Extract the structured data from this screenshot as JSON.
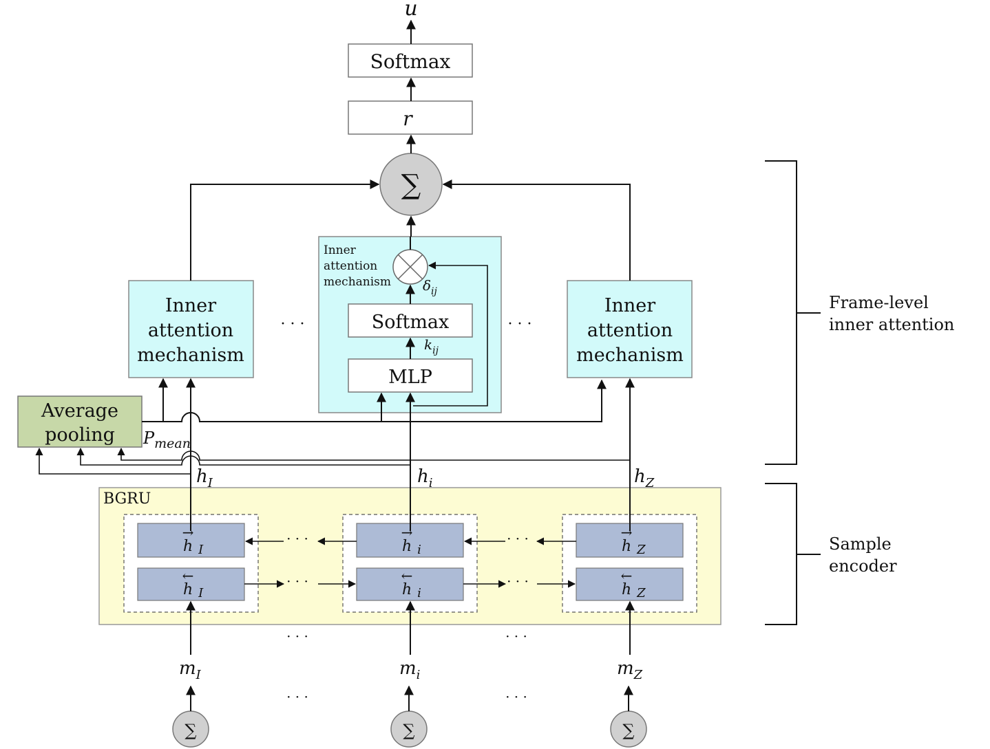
{
  "output_label": "u",
  "top_softmax": "Softmax",
  "r_label": "r",
  "sum_symbol": "∑",
  "inner_attention": {
    "title_line1": "Inner",
    "title_line2": "attention",
    "title_line3": "mechanism",
    "detail_line1": "Inner",
    "detail_line2": "attention",
    "detail_line3": "mechanism",
    "softmax": "Softmax",
    "mlp": "MLP",
    "delta": "δ",
    "delta_sub": "ij",
    "k": "k",
    "k_sub": "ij"
  },
  "pooling": {
    "line1": "Average",
    "line2": "pooling",
    "p": "P",
    "p_sub": "mean"
  },
  "bgru": {
    "label": "BGRU",
    "fwd_arrow": "→",
    "bwd_arrow": "←",
    "h": "h",
    "sub_I": "I",
    "sub_i": "i",
    "sub_Z": "Z"
  },
  "hidden": {
    "h": "h",
    "sub_I": "I",
    "sub_i": "i",
    "sub_Z": "Z"
  },
  "inputs": {
    "m": "m",
    "sub_I": "I",
    "sub_i": "i",
    "sub_Z": "Z"
  },
  "ellipsis": "· · ·",
  "brackets": {
    "frame_line1": "Frame-level",
    "frame_line2": "inner attention",
    "sample_line1": "Sample",
    "sample_line2": "encoder"
  },
  "colors": {
    "cyan": "#d2fafa",
    "green": "#c7d8a8",
    "yellow": "#fdfcd3",
    "blue": "#adbbd6",
    "gray": "#d0d0d0"
  }
}
